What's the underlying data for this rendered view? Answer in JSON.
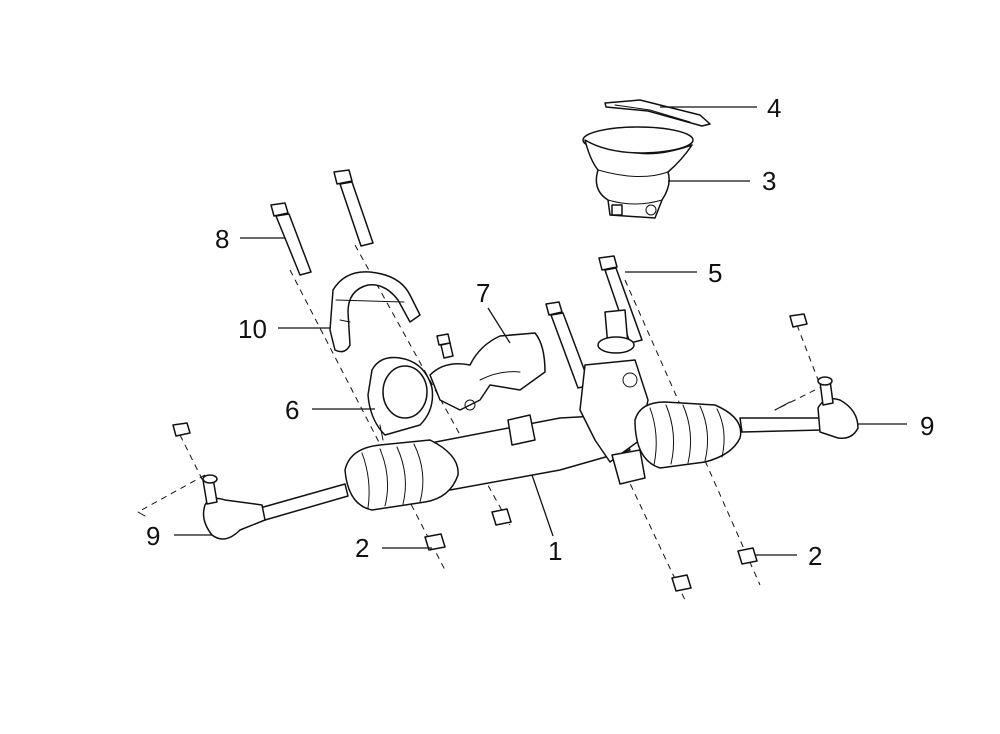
{
  "labels": {
    "l1": "1",
    "l2a": "2",
    "l2b": "2",
    "l3": "3",
    "l4": "4",
    "l5": "5",
    "l6": "6",
    "l7": "7",
    "l8": "8",
    "l9a": "9",
    "l9b": "9",
    "l10": "10"
  }
}
